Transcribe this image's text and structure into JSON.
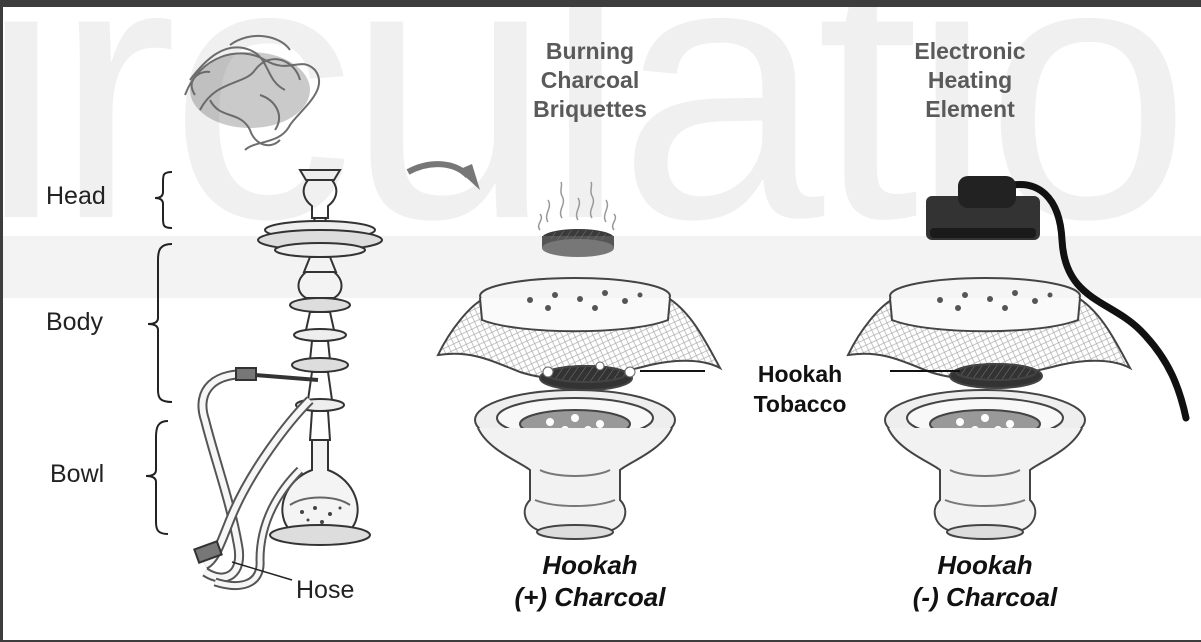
{
  "background_watermark": "irculatio",
  "labels": {
    "head": "Head",
    "body": "Body",
    "bowl": "Bowl",
    "hose": "Hose"
  },
  "headers": {
    "charcoal": "Burning\nCharcoal\nBriquettes",
    "electronic": "Electronic\nHeating\nElement"
  },
  "tobacco_label": "Hookah\nTobacco",
  "captions": {
    "with_charcoal": "Hookah\n(+) Charcoal",
    "without_charcoal": "Hookah\n(-) Charcoal"
  },
  "colors": {
    "frame": "#3d3d3d",
    "header_text": "#5a5a5a",
    "watermark": "#f0f0f0"
  }
}
